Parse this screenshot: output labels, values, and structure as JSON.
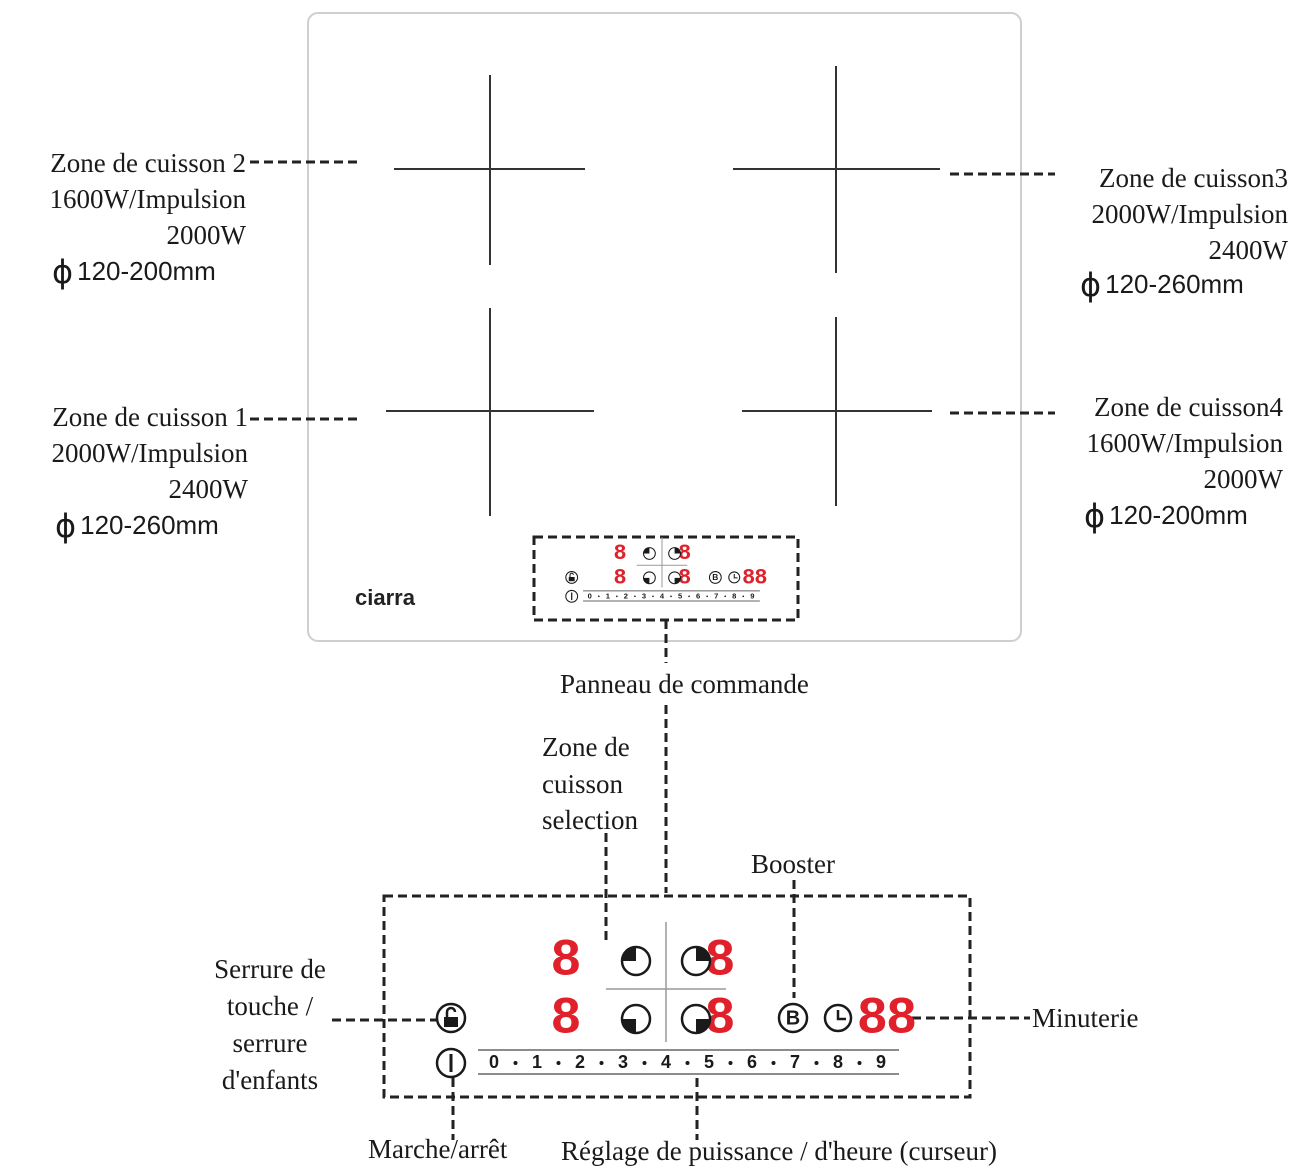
{
  "hob": {
    "brand": "ciarra",
    "zones": [
      {
        "id": "zone2",
        "lines": [
          "Zone de cuisson 2",
          "1600W/Impulsion",
          "2000W"
        ],
        "diameter": "120-200mm"
      },
      {
        "id": "zone3",
        "lines": [
          "Zone de cuisson3",
          "2000W/Impulsion",
          "2400W"
        ],
        "diameter": "120-260mm"
      },
      {
        "id": "zone1",
        "lines": [
          "Zone de cuisson 1",
          "2000W/Impulsion",
          "2400W"
        ],
        "diameter": "120-260mm"
      },
      {
        "id": "zone4",
        "lines": [
          "Zone de cuisson4",
          "1600W/Impulsion",
          "2000W"
        ],
        "diameter": "120-200mm"
      }
    ],
    "diameter_symbol": "ϕ"
  },
  "panel": {
    "title": "Panneau de commande",
    "zone_selection": [
      "Zone de",
      "cuisson",
      "selection"
    ],
    "booster": "Booster",
    "lock": [
      "Serrure de",
      "touche /",
      "serrure",
      "d'enfants"
    ],
    "timer": "Minuterie",
    "power": "Marche/arrêt",
    "slider": "Réglage de puissance / d'heure (curseur)",
    "digit": "8",
    "timer_digits": "88",
    "booster_letter": "B",
    "slider_values": [
      "0",
      "1",
      "2",
      "3",
      "4",
      "5",
      "6",
      "7",
      "8",
      "9"
    ]
  },
  "colors": {
    "display_red": "#e0202a",
    "line": "#1a1a1a",
    "outline": "#cccccc"
  }
}
